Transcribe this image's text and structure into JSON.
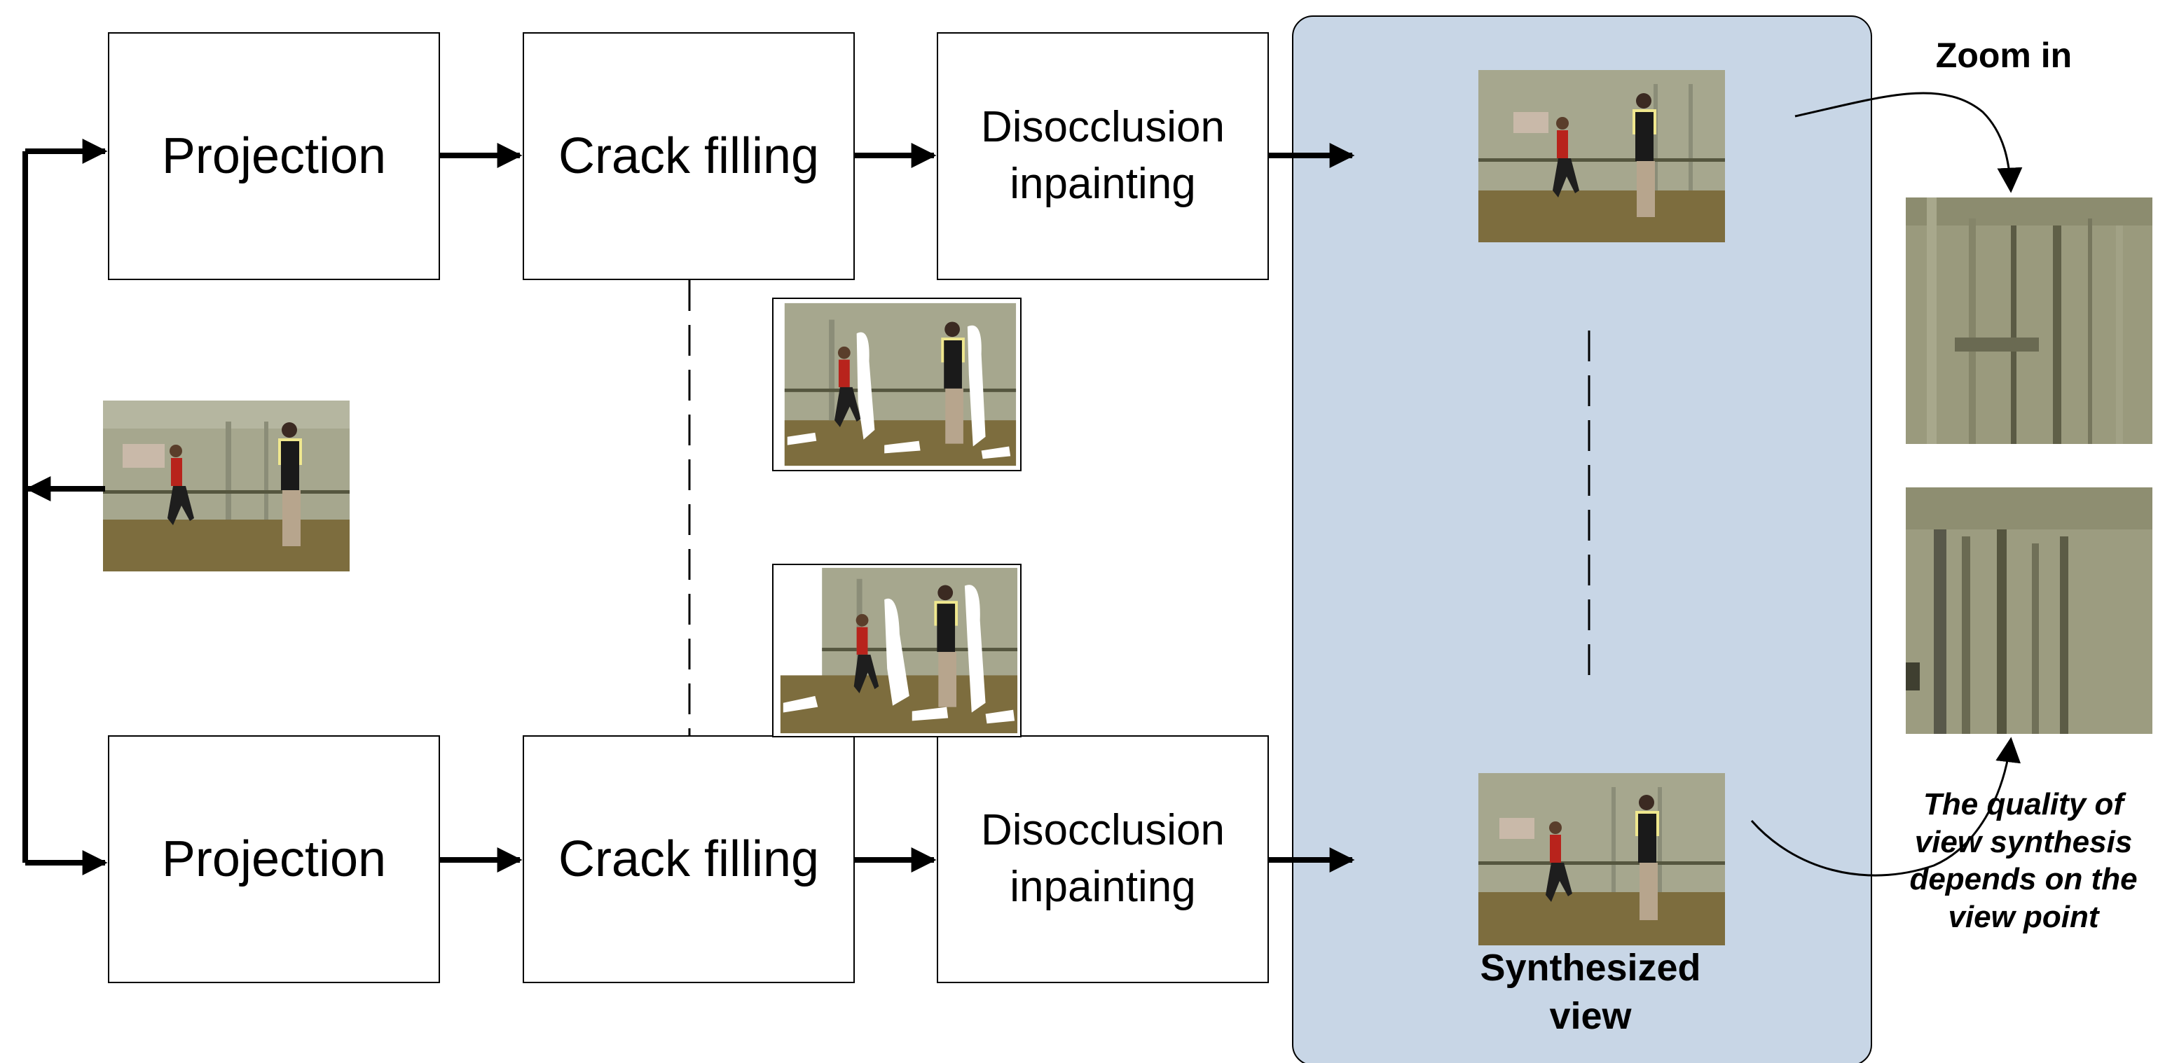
{
  "pipeline": {
    "top": {
      "projection": "Projection",
      "crack_filling": "Crack filling",
      "disocclusion": "Disocclusion\ninpainting"
    },
    "bottom": {
      "projection": "Projection",
      "crack_filling": "Crack filling",
      "disocclusion": "Disocclusion\ninpainting"
    }
  },
  "synthesized_view_label": "Synthesized\nview",
  "zoom_label": "Zoom in",
  "quality_note": "The quality of\nview synthesis\ndepends on the\nview point",
  "images": {
    "input": "source-frame",
    "warped_top": "warped-view-with-holes",
    "warped_bottom": "warped-view-with-holes",
    "synth_top": "synthesized-frame",
    "synth_bottom": "synthesized-frame",
    "zoom_top": "zoomed-detail",
    "zoom_bottom": "zoomed-detail"
  },
  "colors": {
    "panel": "#c8d6e6",
    "wall": "#a6a78e",
    "floor": "#7d6d3e",
    "outfit_red": "#b8231c",
    "outfit_yellow": "#efe78e"
  }
}
